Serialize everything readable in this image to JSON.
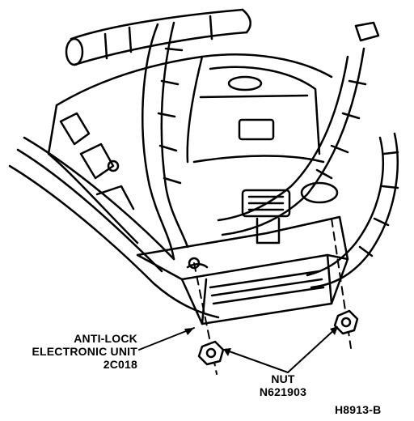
{
  "callouts": {
    "unit": {
      "line1": "ANTI-LOCK",
      "line2": "ELECTRONIC UNIT",
      "line3": "2C018"
    },
    "nut": {
      "line1": "NUT",
      "line2": "N621903"
    }
  },
  "figure_id": "H8913-B"
}
